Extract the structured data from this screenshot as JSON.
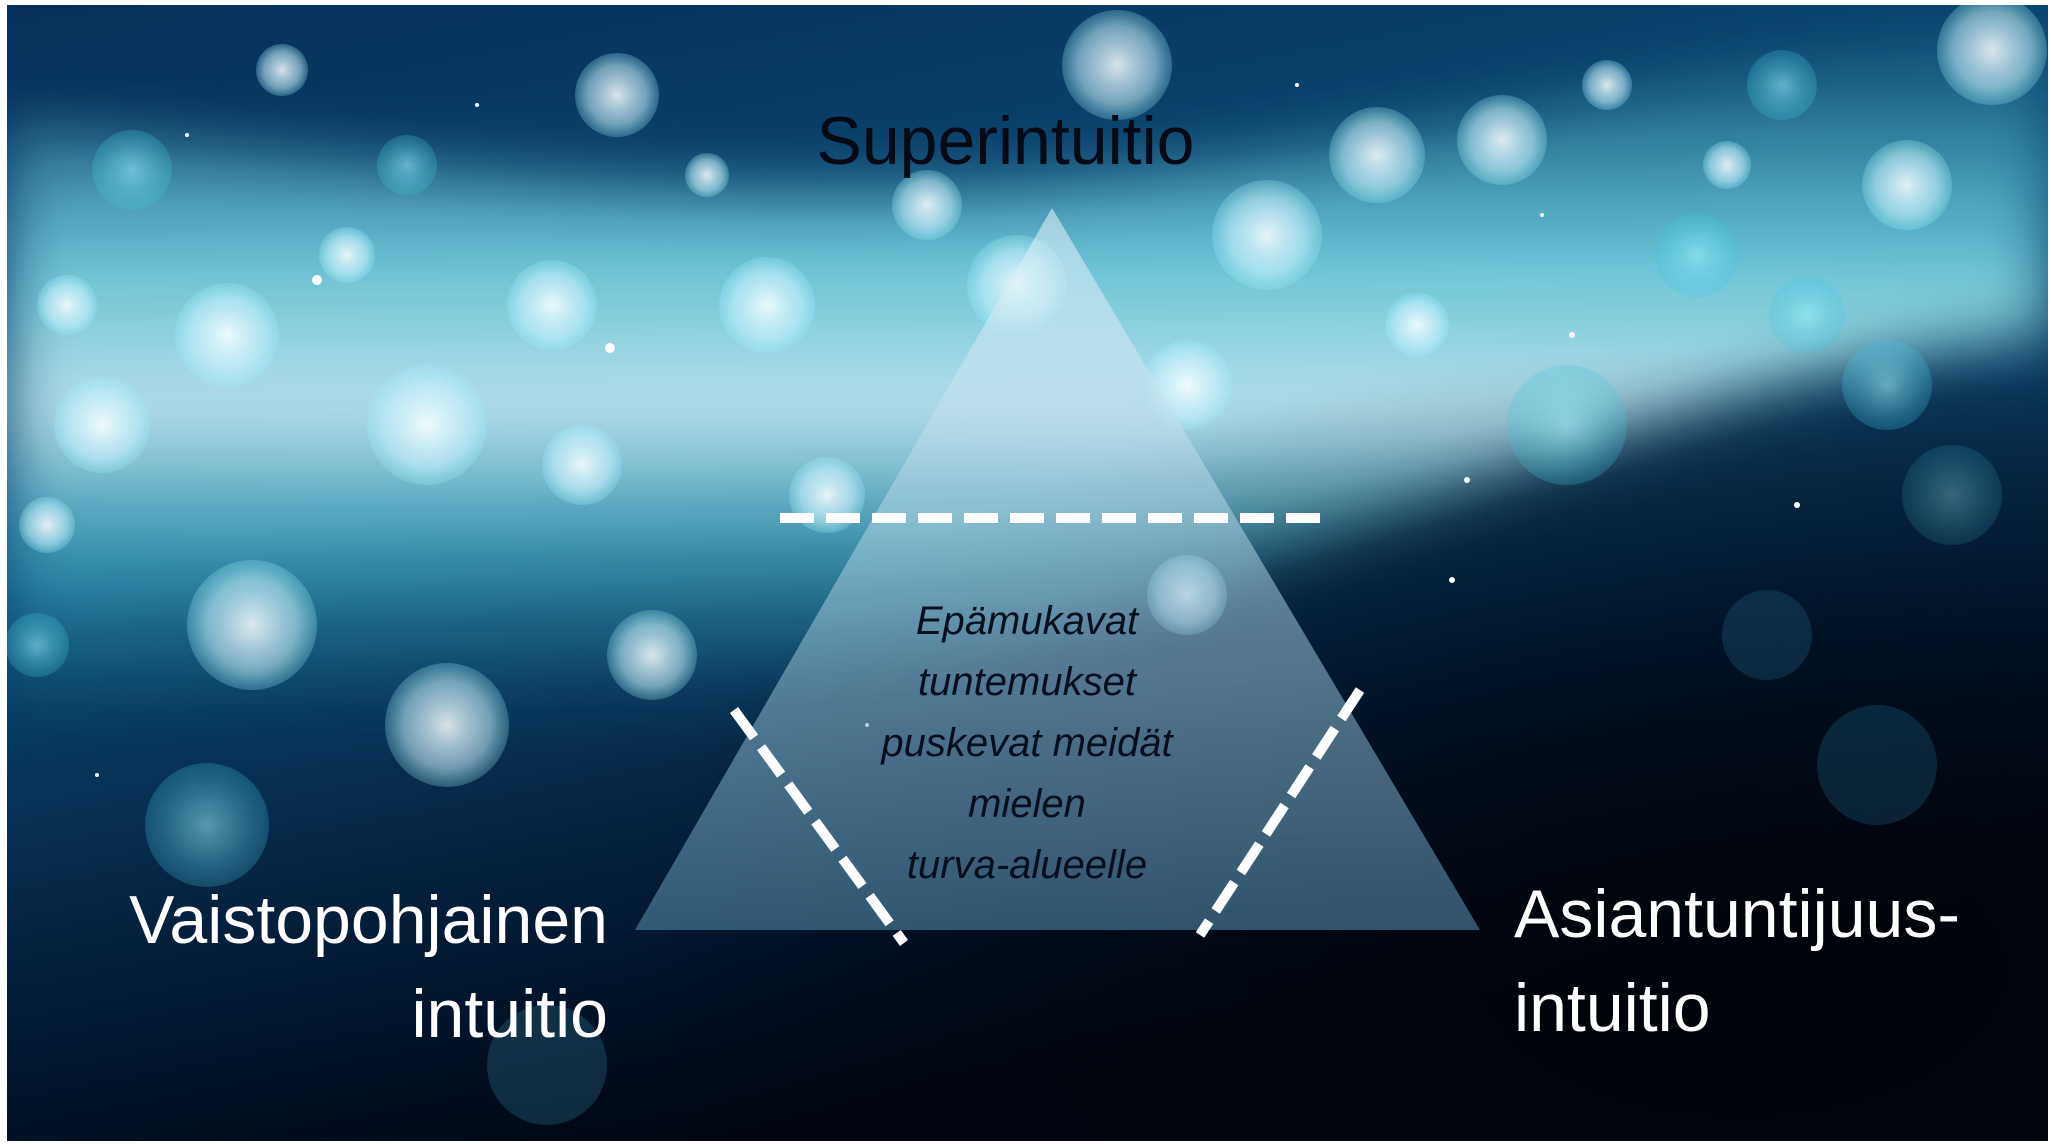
{
  "diagram": {
    "top_label": "Superintuitio",
    "left_label_lines": [
      "Vaistopohjainen",
      "intuitio"
    ],
    "right_label_lines": [
      "Asiantuntijuus-",
      "intuitio"
    ],
    "center_text_lines": [
      "Epämukavat",
      "tuntemukset",
      "puskevat meidät",
      "mielen",
      "turva-alueelle"
    ]
  },
  "colors": {
    "background_dark": "#000814",
    "background_cyan": "#56d4e8",
    "triangle_fill": "#8fb3c8",
    "dash_color": "#ffffff"
  }
}
